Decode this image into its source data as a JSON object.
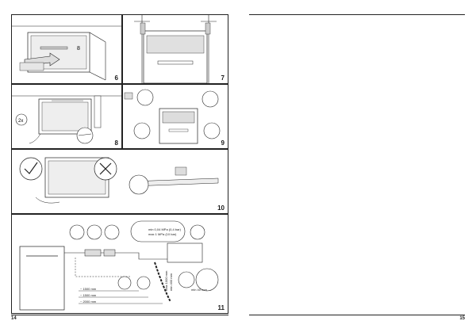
{
  "page_numbers": {
    "left": "14",
    "right": "15"
  },
  "figures": {
    "fig6": {
      "number": "6"
    },
    "fig7": {
      "number": "7"
    },
    "fig8": {
      "number": "8"
    },
    "fig9": {
      "number": "9"
    },
    "fig10": {
      "number": "10"
    },
    "fig11": {
      "number": "11",
      "pressure_line_1": "min 0,04 MPa (0,4 bar)",
      "pressure_line_2": "max 1 MPa (10 bar)",
      "dist_1": "~ 1500 mm",
      "dist_2": "~ 1500 mm",
      "dist_3": "~ 2000 mm",
      "height_label_1": "max 1000 mm",
      "height_label_2": "min 400 mm",
      "side_label": "min 40 mm"
    }
  },
  "colors": {
    "line": "#222222",
    "panel_bg": "#ffffff",
    "tint": "#e6e6e6"
  }
}
